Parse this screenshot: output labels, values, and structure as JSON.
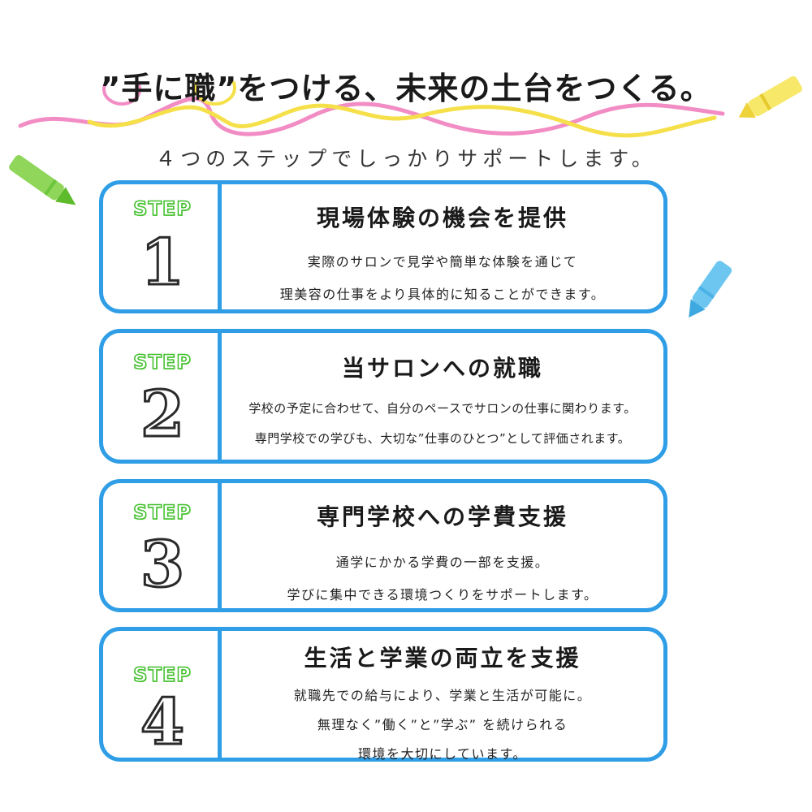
{
  "title": "”手に職”をつける、未来の土台をつくる。",
  "subtitle": "４つのステップでしっかりサポートします。",
  "colors": {
    "box_border": "#2f9ee6",
    "step_label": "#3fbf2a",
    "squiggle_pink": "#f28cc4",
    "squiggle_yellow": "#f5e04a",
    "crayon_yellow": "#f7e86a",
    "crayon_green": "#8fd65a",
    "crayon_blue": "#6cc6f0"
  },
  "steps": [
    {
      "label": "STEP",
      "number": "1",
      "heading": "現場体験の機会を提供",
      "lines": [
        "実際のサロンで見学や簡単な体験を通じて",
        "理美容の仕事をより具体的に知ることができます。"
      ]
    },
    {
      "label": "STEP",
      "number": "2",
      "heading": "当サロンへの就職",
      "lines": [
        "学校の予定に合わせて、自分のペースでサロンの仕事に関わります。",
        "専門学校での学びも、大切な”仕事のひとつ”として評価されます。"
      ]
    },
    {
      "label": "STEP",
      "number": "3",
      "heading": "専門学校への学費支援",
      "lines": [
        "通学にかかる学費の一部を支援。",
        "学びに集中できる環境つくりをサポートします。"
      ]
    },
    {
      "label": "STEP",
      "number": "4",
      "heading": "生活と学業の両立を支援",
      "lines": [
        "就職先での給与により、学業と生活が可能に。",
        "無理なく”働く”と”学ぶ” を続けられる",
        "環境を大切にしています。"
      ]
    }
  ]
}
